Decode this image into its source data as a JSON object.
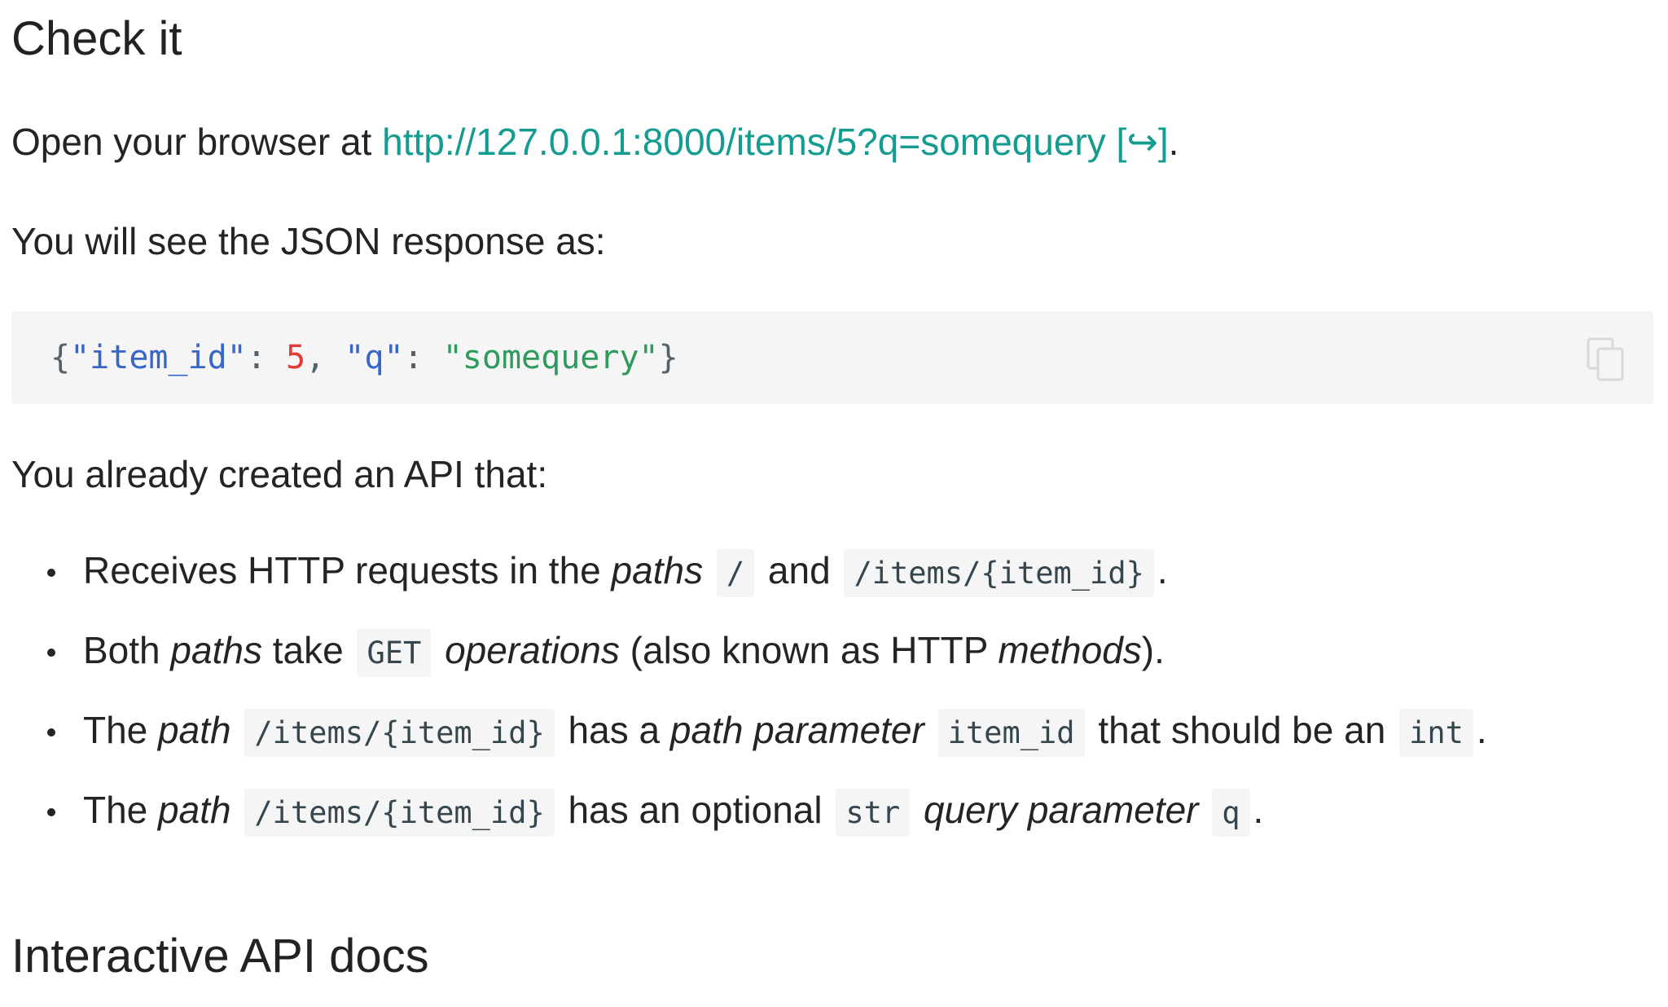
{
  "section_check": {
    "heading": "Check it",
    "open_text": "Open your browser at ",
    "link_text": "http://127.0.0.1:8000/items/5?q=somequery",
    "link_suffix": " [↪]",
    "open_end": ".",
    "json_intro": "You will see the JSON response as:"
  },
  "code_block": {
    "open_brace": "{",
    "key1": "\"item_id\"",
    "colon1": ": ",
    "val1": "5",
    "comma": ", ",
    "key2": "\"q\"",
    "colon2": ": ",
    "val2": "\"somequery\"",
    "close_brace": "}",
    "copy_icon": "copy-icon"
  },
  "api_summary": {
    "intro": "You already created an API that:",
    "items": [
      {
        "t1": "Receives HTTP requests in the ",
        "em1": "paths",
        "c1": "/",
        "t2": " and ",
        "c2": "/items/{item_id}",
        "t3": "."
      },
      {
        "t1": "Both ",
        "em1": "paths",
        "t2": " take ",
        "c1": "GET",
        "em2": "operations",
        "t3": " (also known as HTTP ",
        "em3": "methods",
        "t4": ")."
      },
      {
        "t1": "The ",
        "em1": "path",
        "c1": "/items/{item_id}",
        "t2": " has a ",
        "em2": "path parameter",
        "c2": "item_id",
        "t3": " that should be an ",
        "c3": "int",
        "t4": "."
      },
      {
        "t1": "The ",
        "em1": "path",
        "c1": "/items/{item_id}",
        "t2": " has an optional ",
        "c2": "str",
        "em2": "query parameter",
        "c3": "q",
        "t3": "."
      }
    ]
  },
  "section_docs": {
    "heading": "Interactive API docs"
  }
}
